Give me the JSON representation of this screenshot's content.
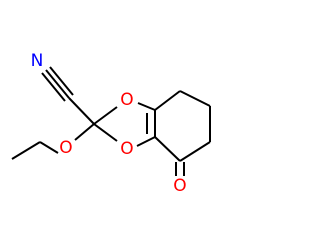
{
  "molecule": {
    "atoms": {
      "nitrile_n": {
        "symbol": "N",
        "color": "#0000ff"
      },
      "ring_o_top": {
        "symbol": "O",
        "color": "#ff0000"
      },
      "ring_o_bottom": {
        "symbol": "O",
        "color": "#ff0000"
      },
      "ether_o": {
        "symbol": "O",
        "color": "#ff0000"
      },
      "ketone_o": {
        "symbol": "O",
        "color": "#ff0000"
      }
    },
    "bond_color": "#000000"
  }
}
